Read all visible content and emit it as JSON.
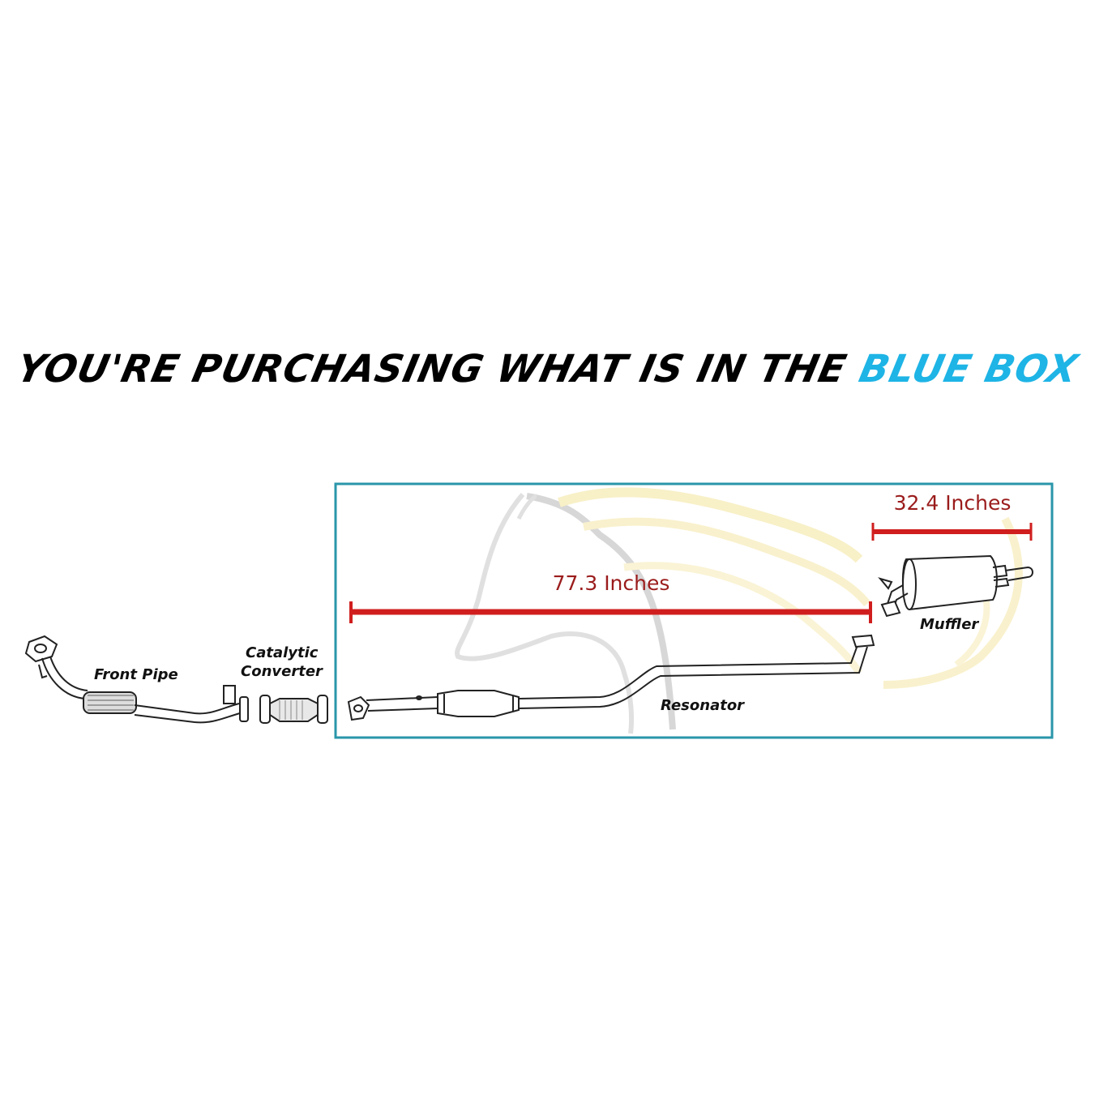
{
  "headline": {
    "prefix": "YOU'RE PURCHASING WHAT IS IN THE",
    "highlight": "BLUE BOX",
    "highlight_color": "#1eb4e6"
  },
  "colors": {
    "box_border": "#2a96aa",
    "dimension_line": "#d01e1e",
    "dimension_text": "#9b1c1c"
  },
  "parts": {
    "front_pipe": "Front Pipe",
    "catalytic_line1": "Catalytic",
    "catalytic_line2": "Converter",
    "resonator": "Resonator",
    "muffler": "Muffler"
  },
  "dimensions": {
    "resonator_length": "77.3 Inches",
    "muffler_length": "32.4 Inches"
  },
  "watermark": "horse-head-logo"
}
